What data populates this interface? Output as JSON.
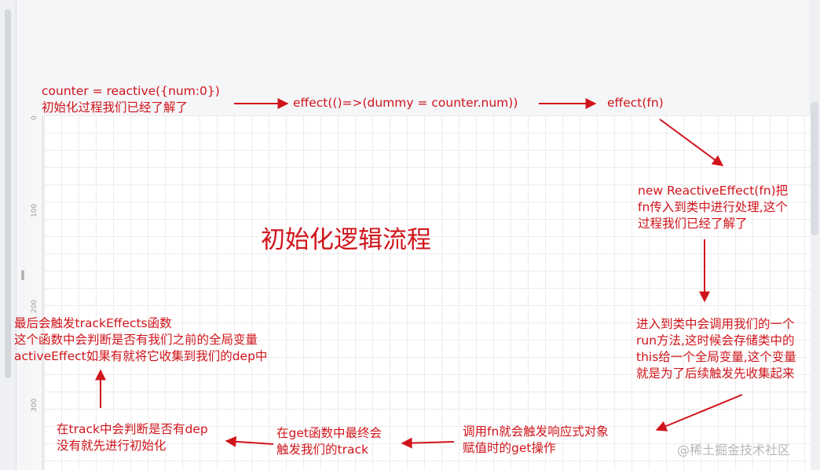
{
  "title": "初始化逻辑流程",
  "nodes": {
    "counter_reactive": [
      "counter = reactive({num:0})",
      "初始化过程我们已经了解了"
    ],
    "effect_call": [
      "effect(()=>(dummy = counter.num))"
    ],
    "effect_fn": [
      "effect(fn)"
    ],
    "new_reactive_effect": [
      "new ReactiveEffect(fn)把",
      "fn传入到类中进行处理,这个",
      "过程我们已经了解了"
    ],
    "run_method": [
      "进入到类中会调用我们的一个",
      "run方法,这时候会存储类中的",
      "this给一个全局变量,这个变量",
      "就是为了后续触发先收集起来"
    ],
    "call_fn": [
      "调用fn就会触发响应式对象",
      "赋值时的get操作"
    ],
    "get_function": [
      "在get函数中最终会",
      "触发我们的track"
    ],
    "track_dep": [
      "在track中会判断是否有dep",
      "没有就先进行初始化"
    ],
    "trigger_track_effects": [
      "最后会触发trackEffects函数",
      "这个函数中会判断是否有我们之前的全局变量",
      "activeEffect如果有就将它收集到我们的dep中"
    ]
  },
  "ruler": [
    "0",
    "100",
    "200",
    "300"
  ],
  "watermark": "@稀土掘金技术社区",
  "colors": {
    "accent": "#d0141b",
    "grid": "#ececec"
  }
}
